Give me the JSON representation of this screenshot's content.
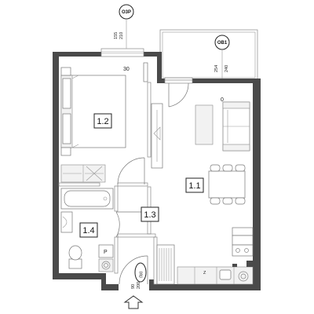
{
  "rooms": {
    "r11": "1.1",
    "r12": "1.2",
    "r13": "1.3",
    "r14": "1.4"
  },
  "windows": {
    "o3p": {
      "code": "O3P",
      "height_top": "155",
      "height_bottom": "210",
      "sill": "30"
    },
    "ob1": {
      "code": "OB1",
      "height_top": "254",
      "height_bottom": "240",
      "sill": "0"
    }
  },
  "entrance_door": {
    "width": "90",
    "height": "200",
    "note": "(Ip)"
  },
  "fixtures": {
    "pantry_label": "P",
    "washer_label": "Z"
  }
}
